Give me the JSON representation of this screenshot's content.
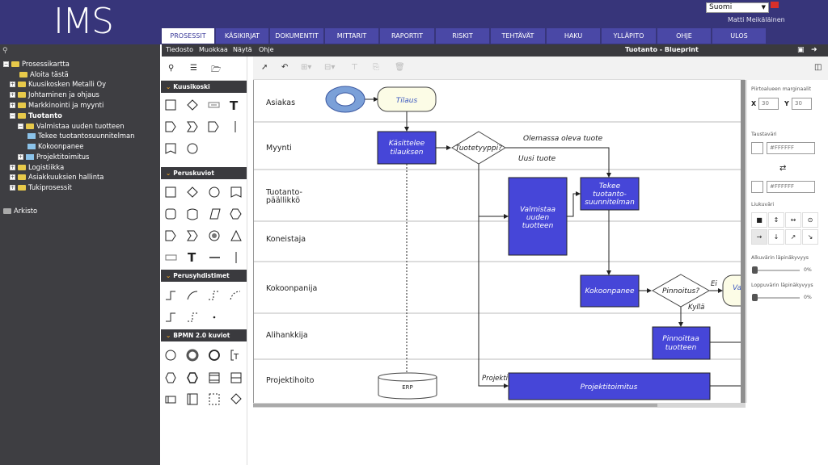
{
  "header": {
    "logo_text": "IMS",
    "language": "Suomi",
    "user_name": "Matti Meikäläinen",
    "brand_color": "#37357a",
    "nav_tabs": [
      {
        "label": "PROSESSIT",
        "active": true
      },
      {
        "label": "KÄSIKIRJAT",
        "active": false
      },
      {
        "label": "DOKUMENTIT",
        "active": false
      },
      {
        "label": "MITTARIT",
        "active": false
      },
      {
        "label": "RAPORTIT",
        "active": false
      },
      {
        "label": "RISKIT",
        "active": false
      },
      {
        "label": "TEHTÄVÄT",
        "active": false
      },
      {
        "label": "HAKU",
        "active": false
      },
      {
        "label": "YLLÄPITO",
        "active": false
      },
      {
        "label": "OHJE",
        "active": false
      },
      {
        "label": "ULOS",
        "active": false
      }
    ]
  },
  "menubar": {
    "items": [
      "Tiedosto",
      "Muokkaa",
      "Näytä",
      "Ohje"
    ],
    "document_title": "Tuotanto - Blueprint",
    "icons": [
      "save-icon",
      "exit-icon"
    ]
  },
  "tree": {
    "items": [
      {
        "label": "Prosessikartta",
        "type": "folder",
        "expander": "−"
      },
      {
        "label": "Aloita tästä",
        "type": "folder",
        "expander": ""
      },
      {
        "label": "Kuusikosken Metalli Oy",
        "type": "folder",
        "expander": "+"
      },
      {
        "label": "Johtaminen ja ohjaus",
        "type": "folder",
        "expander": "+"
      },
      {
        "label": "Markkinointi ja myynti",
        "type": "folder",
        "expander": "+"
      },
      {
        "label": "Tuotanto",
        "type": "folder",
        "expander": "−",
        "bold": true
      },
      {
        "label": "Valmistaa uuden tuotteen",
        "type": "folder",
        "expander": "−"
      },
      {
        "label": "Tekee tuotantosuunnitelman",
        "type": "doc",
        "expander": ""
      },
      {
        "label": "Kokoonpanee",
        "type": "doc",
        "expander": ""
      },
      {
        "label": "Projektitoimitus",
        "type": "doc",
        "expander": "+"
      },
      {
        "label": "Logistiikka",
        "type": "folder",
        "expander": "+"
      },
      {
        "label": "Asiakkuuksien hallinta",
        "type": "folder",
        "expander": "+"
      },
      {
        "label": "Tukiprosessit",
        "type": "folder",
        "expander": "+"
      }
    ],
    "archive_label": "Arkisto"
  },
  "shape_panel": {
    "sections": [
      "Kuusikoski",
      "Peruskuviot",
      "Perusyhdistimet",
      "BPMN 2.0 kuviot"
    ]
  },
  "canvas": {
    "lanes": [
      "Asiakas",
      "Myynti",
      "Tuotanto-\npäällikkö",
      "Koneistaja",
      "Kokoonpanija",
      "Alihankkija",
      "Projektihoito"
    ],
    "nodes": {
      "tilaus": "Tilaus",
      "kasittelee": "Käsittelee tilauksen",
      "tuotetyyppi": "Tuotetyyppi?",
      "valmistaa": "Valmistaa uuden tuotteen",
      "tekee": "Tekee tuotanto-suunnitelman",
      "kokoonpanee": "Kokoonpanee",
      "pinnoitus": "Pinnoitus?",
      "pinnoittaa": "Pinnoittaa tuotteen",
      "projektitoimitus": "Projektitoimitus",
      "erp": "ERP",
      "partial": "Va"
    },
    "edge_labels": {
      "olemassa": "Olemassa oleva tuote",
      "uusi": "Uusi tuote",
      "ei": "Ei",
      "kylla": "Kyllä",
      "projekti": "Projekti"
    },
    "colors": {
      "task_fill": "#4646d8",
      "event_fill": "#7ba0d8",
      "note_fill": "#fcfce6"
    }
  },
  "properties": {
    "margin_label": "Piirtoalueen marginaalit",
    "x_label": "X",
    "x_value": "30",
    "y_label": "Y",
    "y_value": "30",
    "bg_label": "Taustaväri",
    "color1": "#FFFFFF",
    "color2": "#FFFFFF",
    "gradient_label": "Liukuväri",
    "start_opacity_label": "Alkuvärin läpinäkyvyys",
    "start_opacity_value": "0%",
    "end_opacity_label": "Loppuvärin läpinäkyvyys",
    "end_opacity_value": "0%"
  }
}
